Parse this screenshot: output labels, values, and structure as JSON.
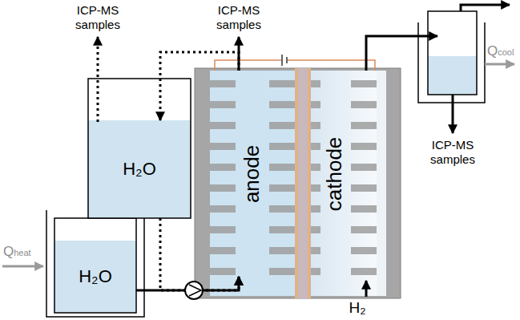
{
  "diagram": {
    "nodes": [
      {
        "text": [
          "H₂O"
        ]
      },
      {
        "text": [
          "H₂O"
        ]
      },
      {
        "text": [
          "anode"
        ]
      },
      {
        "text": [
          "cathode"
        ]
      }
    ],
    "edges": [
      {
        "from": 1,
        "to": 2,
        "arrow": "to"
      },
      {
        "from": 2,
        "to": 0,
        "arrow": "to"
      },
      {
        "from": 0,
        "to": 2,
        "arrow": "to"
      }
    ],
    "labels": [
      "ICP-MS samples",
      "ICP-MS samples",
      "ICP-MS samples",
      "Qheat",
      "Qcool",
      "H₂"
    ]
  }
}
